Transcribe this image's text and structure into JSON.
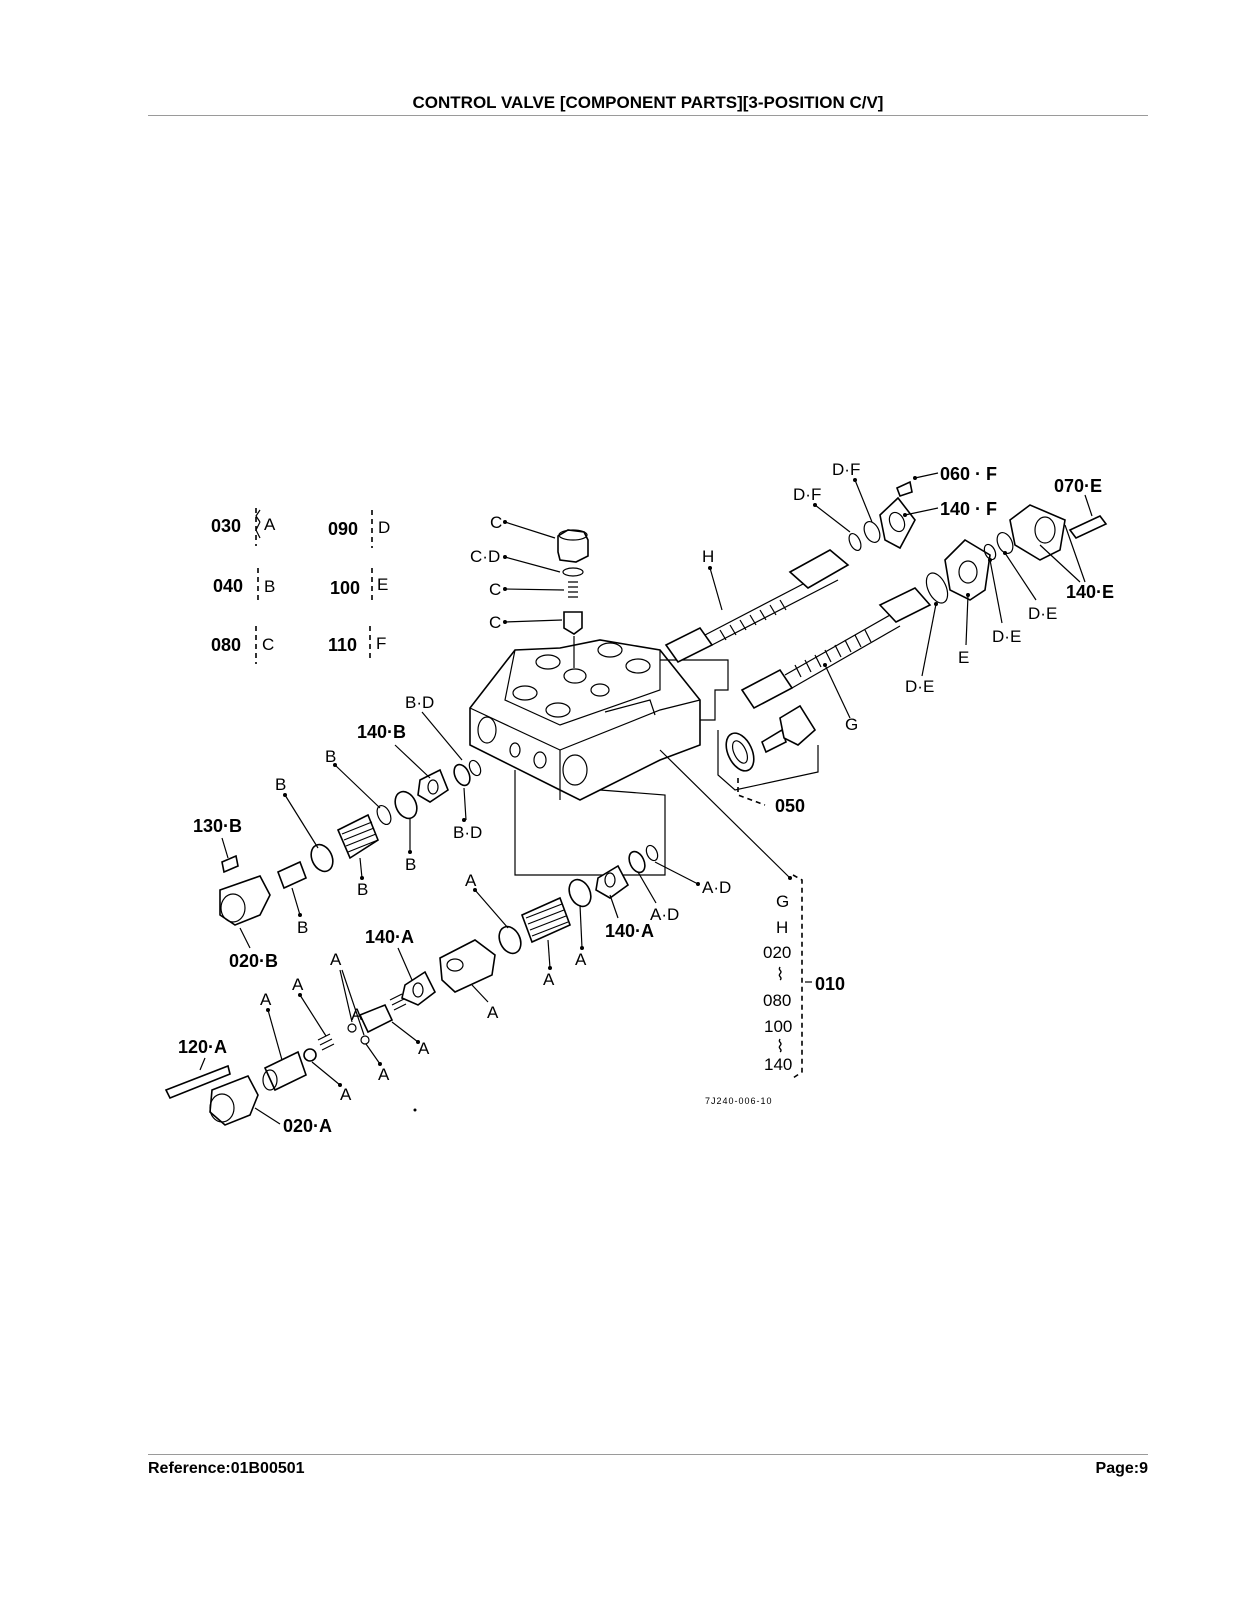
{
  "page": {
    "title": "CONTROL VALVE [COMPONENT PARTS][3-POSITION C/V]",
    "reference": "Reference:01B00501",
    "page_number": "Page:9"
  },
  "diagram": {
    "figure_code": "7J240-006-10",
    "legend": [
      {
        "num": "030",
        "letter": "A"
      },
      {
        "num": "040",
        "letter": "B"
      },
      {
        "num": "080",
        "letter": "C"
      },
      {
        "num": "090",
        "letter": "D"
      },
      {
        "num": "100",
        "letter": "E"
      },
      {
        "num": "110",
        "letter": "F"
      }
    ],
    "callouts": {
      "p060": "060 · F",
      "p140f": "140 · F",
      "p070": "070·E",
      "p140e": "140·E",
      "p050": "050",
      "p010": "010",
      "p140b": "140·B",
      "p130": "130·B",
      "p020b": "020·B",
      "p140a_l": "140·A",
      "p140a_r": "140·A",
      "p120": "120·A",
      "p020a": "020·A"
    },
    "letters": {
      "c1": "C",
      "cd": "C·D",
      "c2": "C",
      "c3": "C",
      "df1": "D·F",
      "df2": "D·F",
      "h": "H",
      "de1": "D·E",
      "de2": "D·E",
      "de3": "D·E",
      "e": "E",
      "g": "G",
      "bd1": "B·D",
      "bd2": "B·D",
      "b1": "B",
      "b2": "B",
      "b3": "B",
      "b4": "B",
      "b5": "B",
      "ad1": "A·D",
      "ad2": "A·D",
      "a1": "A",
      "a2": "A",
      "a3": "A",
      "a4": "A",
      "a5": "A",
      "a6": "A",
      "a7": "A",
      "a8": "A",
      "a9": "A",
      "a10": "A",
      "a11": "A",
      "set_list": [
        "G",
        "H",
        "020",
        "⌇",
        "080",
        "100",
        "⌇",
        "140"
      ]
    }
  }
}
